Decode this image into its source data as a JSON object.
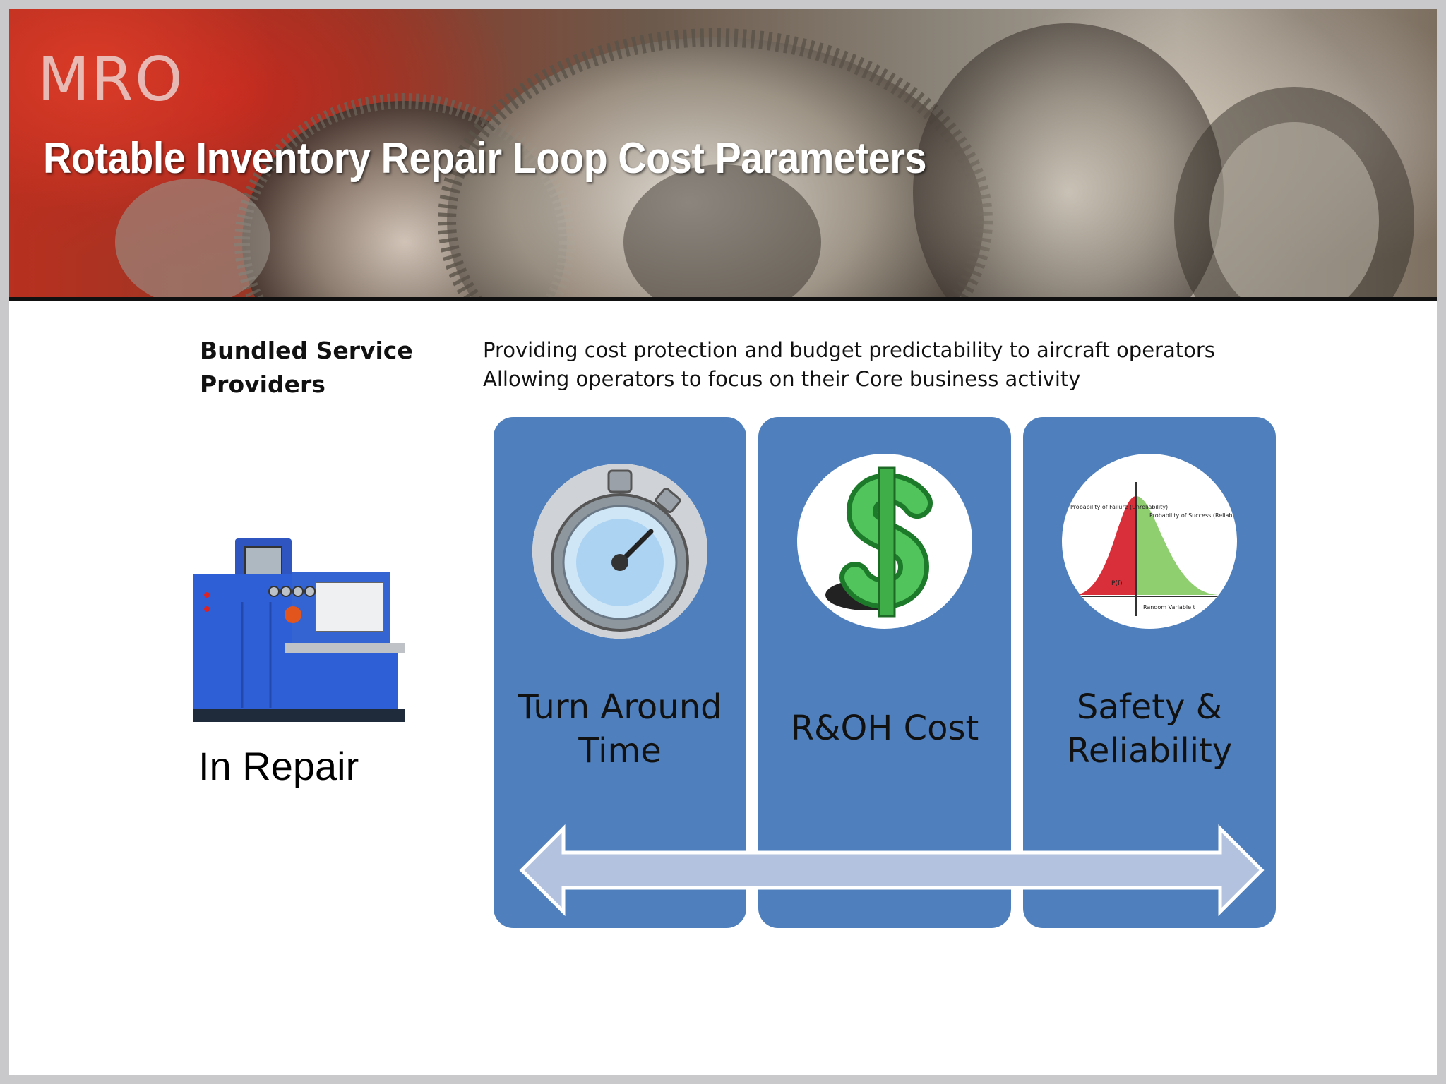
{
  "header": {
    "brand": "MRO",
    "title": "Rotable Inventory Repair Loop Cost Parameters"
  },
  "left": {
    "heading": "Bundled Service Providers",
    "image_label": "In Repair"
  },
  "tagline": {
    "line1": "Providing cost protection and budget predictability to aircraft operators",
    "line2": "Allowing operators to focus on their Core business activity"
  },
  "panels": [
    {
      "label_line1": "Turn Around",
      "label_line2": "Time",
      "icon": "stopwatch-icon"
    },
    {
      "label_line1": "R&OH Cost",
      "label_line2": "",
      "icon": "dollar-sign-icon"
    },
    {
      "label_line1": "Safety &",
      "label_line2": "Reliability",
      "icon": "probability-curve-icon"
    }
  ],
  "curve_labels": {
    "failure": "Probability of Failure (Unreliability)",
    "success": "Probability of Success (Reliability)",
    "pof": "P(f)",
    "axis": "Random Variable t"
  },
  "colors": {
    "panel_blue": "#4f80bd",
    "arrow_fill": "#b3c3df",
    "rule": "#111111"
  }
}
